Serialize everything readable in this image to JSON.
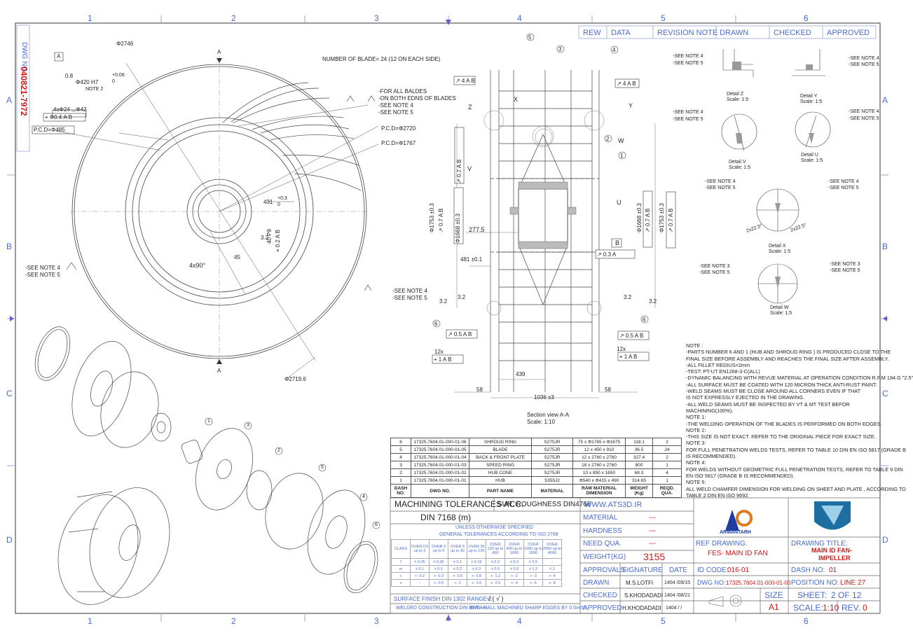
{
  "grid": {
    "columns": [
      "1",
      "2",
      "3",
      "4",
      "5",
      "6"
    ],
    "rows": [
      "A",
      "B",
      "C",
      "D"
    ]
  },
  "dwg_side": {
    "label": "DWG NO.",
    "number": "040821-7972"
  },
  "revision": {
    "headers": [
      "REW",
      "DATA",
      "REVISION NOTE",
      "DRAWN",
      "CHECKED",
      "APPROVED"
    ]
  },
  "front_view": {
    "dim_2746": "Φ2746",
    "datum_a": "A",
    "bore_tol": "Φ420 H7",
    "bore_tol_upper": "+0.06",
    "bore_tol_lower": "0",
    "bore_runout": "0.8",
    "note2": "NOTE 2",
    "holes": "4xΦ24 ⌴Φ42",
    "holes_pos": "⌖ Φ0.4  A  B",
    "pcd485": "P.C.D=Φ485",
    "blade_count": "NUMBER OF BLADE= 24 (12 ON EACH SIDE)",
    "blade_note": [
      "-FOR ALL BALDES",
      "-ON BOTH EDNS OF BLADES",
      "-SEE NOTE 4",
      "-SEE NOTE 5"
    ],
    "pcd2720": "P.C.D=Φ2720",
    "pcd1767": "P.C.D=Φ1767",
    "dim431": "431",
    "dim431_tol": "+0.3",
    "dim431_tol2": "0",
    "keyway": "40 P9",
    "keyway_sym": "⌖ 0.2  A  B",
    "key32": "3.2",
    "dim45": "45",
    "chamfer": "4x90°",
    "note_left": [
      "-SEE NOTE 4",
      "-SEE NOTE 5"
    ],
    "note_right": [
      "-SEE NOTE 4",
      "-SEE NOTE 5"
    ],
    "dim27196": "Φ2719.6",
    "section_a": "A"
  },
  "section_view": {
    "balloons": [
      "5",
      "3",
      "4",
      "2",
      "1",
      "6",
      "6"
    ],
    "letters": [
      "Z",
      "X",
      "Y",
      "W",
      "V",
      "U",
      "B"
    ],
    "runout_top_left": "↗ 4  A  B",
    "runout_top_right": "↗ 4  A  B",
    "left_dims": [
      "Φ1753 ±0.3",
      "↗ 0.7  A  B",
      "Φ1668 ±0.3",
      "↗ 0.7  A  B"
    ],
    "right_dims": [
      "Φ1668 ±0.3",
      "↗ 0.7  A  B",
      "Φ1753 ±0.3",
      "↗ 0.7  A  B"
    ],
    "dim2775": "277.5",
    "dim481": "481 ±0.1",
    "datum_b": "B",
    "runout03": "↗ 0.3  A",
    "rough": "3.2",
    "runout05": "↗ 0.5  A  B",
    "holes12": "12x",
    "holes12_pos": "⌖ 1  A  B",
    "dim439": "439",
    "dim58": "58",
    "dim1036": "1036 ±3",
    "caption": "Section view A-A",
    "scale": "Scale:  1:10"
  },
  "details": [
    {
      "name": "Detail Z",
      "scale": "Scale: 1:5"
    },
    {
      "name": "Detail Y",
      "scale": "Scale: 1:5"
    },
    {
      "name": "Detail V",
      "scale": "Scale: 1:5"
    },
    {
      "name": "Detail U",
      "scale": "Scale: 1:5"
    },
    {
      "name": "Detail X",
      "scale": "Scale: 1:5"
    },
    {
      "name": "Detail W",
      "scale": "Scale: 1:5"
    }
  ],
  "detail_notes": {
    "see4": "-SEE NOTE 4",
    "see5": "-SEE NOTE 5",
    "see3": "-SEE NOTE 3",
    "x_dim1": "2x22.5°",
    "x_dim2": "2x22.5°"
  },
  "notes": [
    "NOTE :",
    "-PARTS NUMBER 6 AND 1 (HUB AND SHROUD RING ) IS PRODUCED CLOSE TO THE",
    "FINAL SIZE BEFORE ASSEMBLY AND REACHES THE FINAL SIZE AFTER ASSEMBLY.",
    "-ALL FILLET REDIUS=2mm",
    "-TEST: PT-UT EN1268-3-C(ALL)",
    "-DYNAMIC BALANCING WITH REVUE MATERIAL AT OPERATION CONDITION R.P.M 194.G \"2.5\"",
    "-ALL SURFACE MUST BE COATED WITH 120 MICRON THICK ANTI-RUST PAINT.",
    "-WELD SEAMS MUST BE CLOSE AROUND ALL CORNERS EVEN IF THAT",
    "IS NOT EXPRESSLY EJECTED IN THE DRAWING.",
    "-ALL WELD SEAMS MUST BE INSPECTED BY VT & MT TEST BEFOR",
    "MACHINING(100%).",
    "NOTE 1:",
    "-THE WELDING OPERATION OF THE BLADES IS PERFORMED ON BOTH EDGES.",
    "NOTE 2:",
    "-THIS SIZE IS NOT EXACT. REFER TO THE ORIGINAL PIECE FOR EXACT SIZE.",
    "NOTE 3:",
    "FOR FULL PENETRATION WELDS TESTS, REFER TO TABLE 10 DIN EN ISO 5817 (GRADE B",
    "IS RECOMMENDED).",
    "NOTE 4:",
    "FOR WELDS WITHOUT GEOMETRIC FULL PENETRATION TESTS, REFER TO TABLE 9 DIN",
    "EN ISO 5817 (GRADE B IS RECOMMENDED).",
    "NOTE 5:",
    "ALL WELD CHAMFER DIMENSION FOR WELDING ON SHEET AND PLATE , ACCORDING TO",
    "TABLE 2 DIN EN ISO 9692."
  ],
  "exploded_balloons": [
    "1",
    "3",
    "2",
    "5",
    "4",
    "6"
  ],
  "bom": {
    "rows": [
      [
        "6",
        "17325.7604.01-000-01-06",
        "SHROUD RING",
        "S275JR",
        "75 x Φ1765 x Φ1675",
        "118.1",
        "2"
      ],
      [
        "5",
        "17325.7604.01-000-01-05",
        "BLADE",
        "S275JR",
        "12 x 450 x 910",
        "36.5",
        "24"
      ],
      [
        "4",
        "17325.7604.01-000-01-04",
        "BACK & FRONT PLATE",
        "S275JR",
        "12 x 2760 x 2760",
        "327.4",
        "2"
      ],
      [
        "3",
        "17325.7604.01-000-01-03",
        "SPEED RING",
        "S275JR",
        "18 x 2760 x 2760",
        "800",
        "1"
      ],
      [
        "2",
        "17325.7604.01-000-01-02",
        "HUB CONE",
        "S275JR",
        "10 x 850 x 1650",
        "68.3",
        "4"
      ],
      [
        "1",
        "17325.7604.01-000-01-01",
        "HUB",
        "S355J2",
        "Φ540 x Φ415 x 490",
        "314.65",
        "1"
      ]
    ],
    "header": [
      "DASH NO.",
      "DWG NO.",
      "PART NAME",
      "MATERIAL",
      "RAW MATERIAL DIMENSION",
      "WEIGHT (Kg)",
      "REQD. QUA."
    ]
  },
  "title_block": {
    "machining_tol": "MACHINING TOLERANCES ACC.",
    "din7168": "DIN  7168 (m)",
    "sur_rough": "SUR. ROUGHNESS DIN4766",
    "unless": "UNLESS OTHERWISE SPECIFIED",
    "general_tol": "GENERAL TOLERANCES ACCORDING TO ISO 2768",
    "tol_header": [
      "CLASS",
      "OVER 0.5 up to 3",
      "OVER 3 up to 6",
      "OVER 6 up to 30",
      "OVER 30 up to 120",
      "OVER 120 up to 400",
      "OVER 400 up to 1000",
      "OVER 1000 up to 2000",
      "OVER 2000 up to 4000"
    ],
    "tol_rows": [
      [
        "f",
        "± 0.05",
        "± 0.05",
        "± 0.1",
        "± 0.15",
        "± 0.2",
        "± 0.3",
        "± 0.5",
        "-"
      ],
      [
        "m",
        "± 0.1",
        "± 0.1",
        "± 0.2",
        "± 0.3",
        "± 0.5",
        "± 0.8",
        "± 1.2",
        "± 2"
      ],
      [
        "c",
        "+- 0.2",
        "+- 0.3",
        "+- 0.5",
        "+- 0.8",
        "+- 1.2",
        "+- 2",
        "+- 3",
        "+- 4"
      ],
      [
        "v",
        "-",
        "+- 0.5",
        "+- 1",
        "+- 1.5",
        "+- 2.5",
        "+- 4",
        "+- 6",
        "+- 8"
      ]
    ],
    "surface_finish": "SURFACE FINISH DIN 1302 RANGE 2",
    "surface_sym": "√ ( √ )",
    "welded": "WELDED CONSTRUCTION DIN 8570 - B",
    "break_edges": "BREAK ALL MACHINED SHARP EDGES BY 0.5x45°",
    "website": "WWW.ATS3D.IR",
    "material_label": "MATERIAL",
    "material_value": "---",
    "hardness_label": "HARDNESS",
    "hardness_value": "---",
    "need_qua_label": "NEED QUA.",
    "need_qua_value": "---",
    "weight_label": "WEIGHT(KG)",
    "weight_value": "3155",
    "approvals": "APPROVALS",
    "signature": "SIGNATURE",
    "date": "DATE",
    "drawn_label": "DRAWN",
    "drawn_sig": "M.S.LOTFI",
    "drawn_date": "1404 /09/15",
    "checked_label": "CHECKED",
    "checked_sig": "S.KHODADADI",
    "checked_date": "1404 /08/21",
    "approved_label": "APPROVED",
    "approved_sig": "H.KHODADADI",
    "approved_date": "1404 / /",
    "logo_text": "ARMANTARH",
    "ref_drawing_label": "REF DRAWING:",
    "ref_drawing_value": "FES- MAIN ID FAN",
    "id_code_label": "ID CODE:",
    "id_code_value": "016-01",
    "dwg_no_label": "DWG NO:",
    "dwg_no_value": "17325.7604.01-000-01-00",
    "size_label": "SIZE",
    "size_value": "A1",
    "drawing_title_label": "DRAWING TITLE:",
    "drawing_title_1": "MAIN ID FAN-",
    "drawing_title_2": "IMPELLER",
    "dash_no_label": "DASH NO:",
    "dash_no_value": "01",
    "position_label": "POSITION NO:",
    "position_value": "LINE 27",
    "sheet_label": "SHEET:",
    "sheet_value": "2 OF 12",
    "scale_label": "SCALE:",
    "scale_value": "1:10",
    "rev_label": "REV.",
    "rev_value": "0"
  }
}
